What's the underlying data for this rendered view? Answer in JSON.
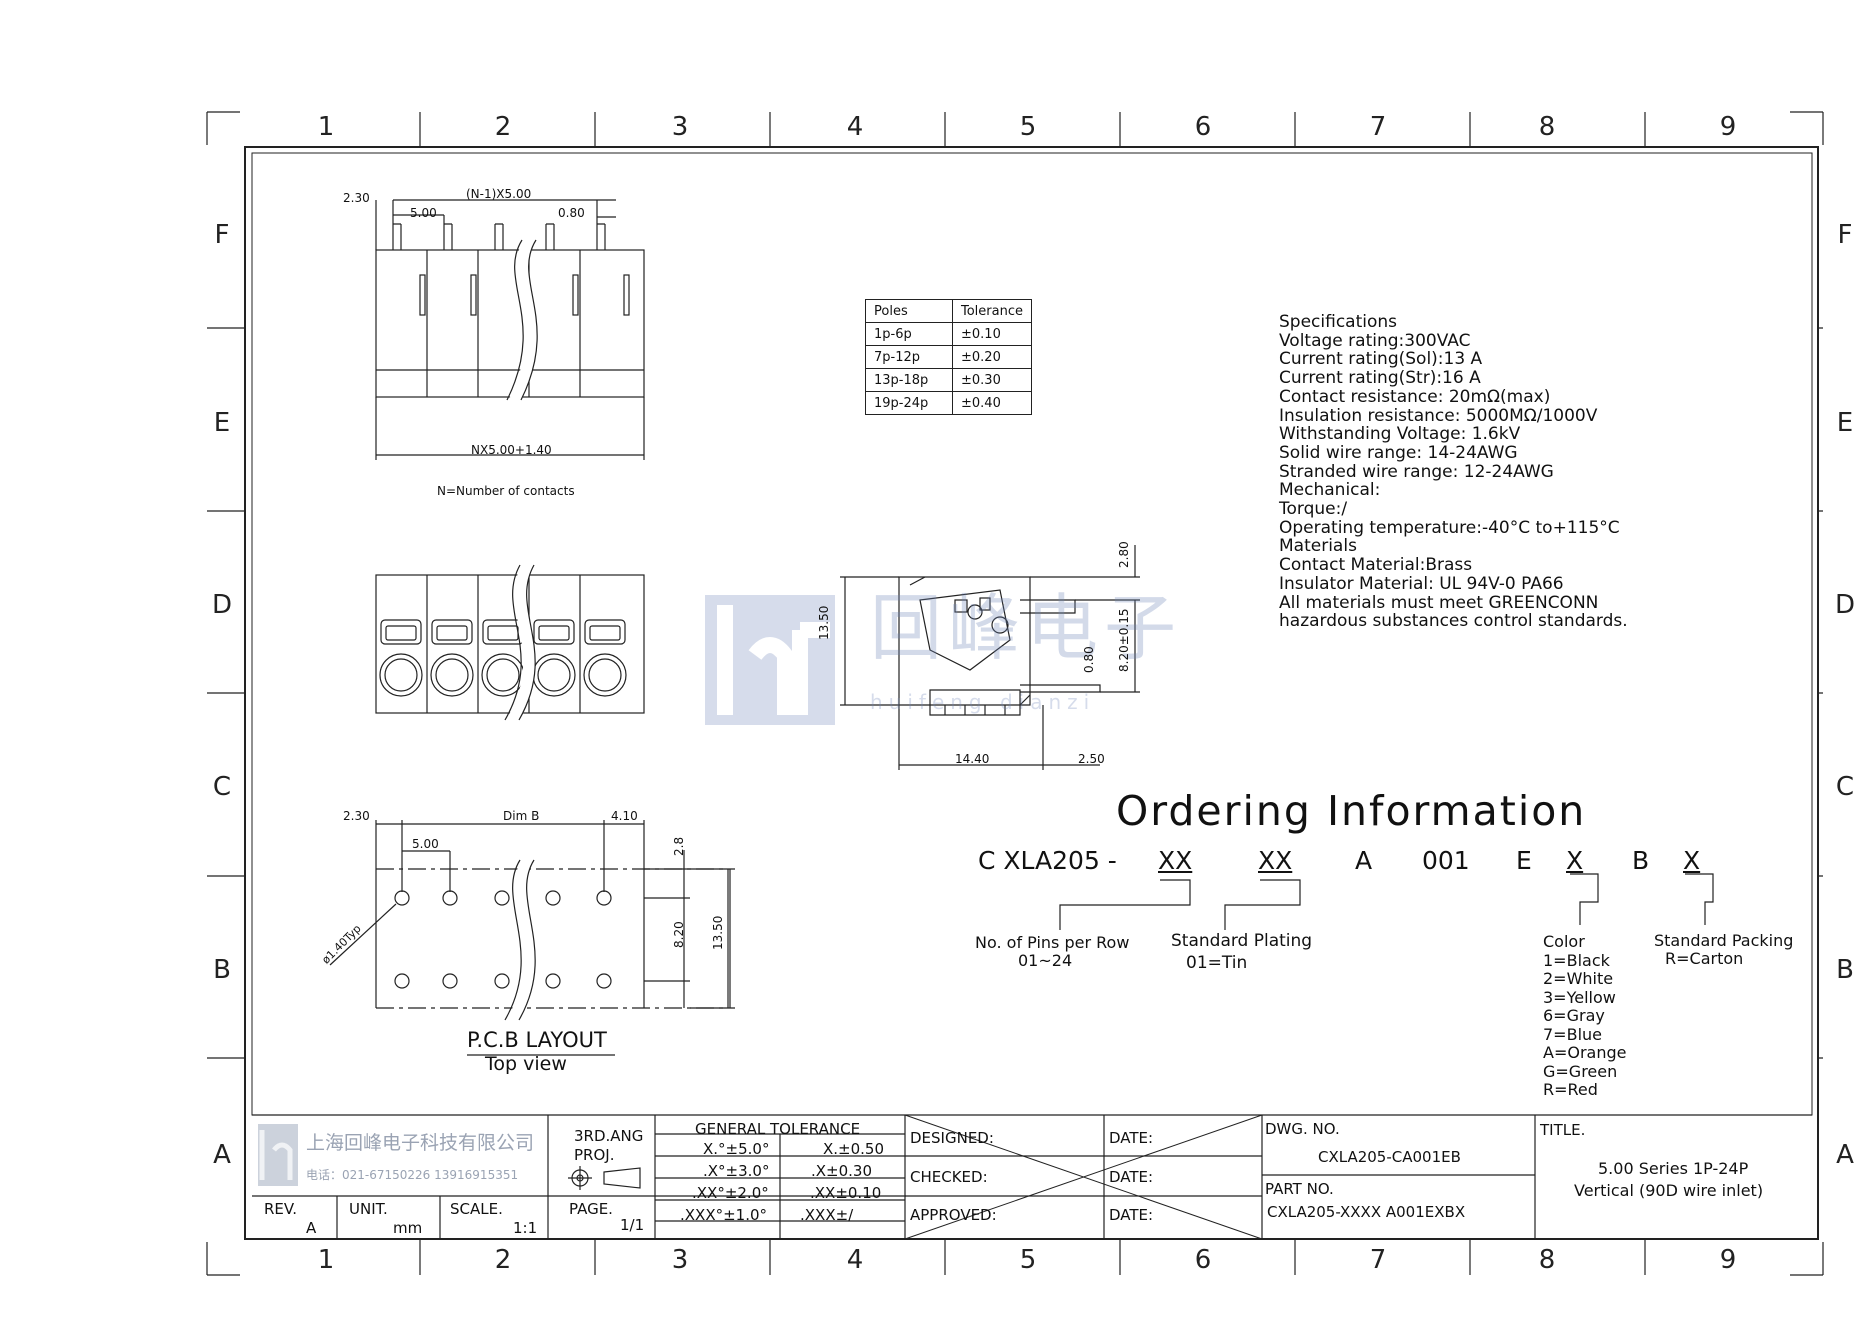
{
  "zones": {
    "columns": [
      "1",
      "2",
      "3",
      "4",
      "5",
      "6",
      "7",
      "8",
      "9"
    ],
    "rows": [
      "F",
      "E",
      "D",
      "C",
      "B",
      "A"
    ]
  },
  "top_view": {
    "dim_offset": "2.30",
    "dim_pitch_n": "(N-1)X5.00",
    "dim_pitch": "5.00",
    "dim_pin": "0.80",
    "dim_total": "NX5.00+1.40",
    "note": "N=Number of contacts"
  },
  "tolerance_table": {
    "headers": [
      "Poles",
      "Tolerance"
    ],
    "rows": [
      [
        "1p-6p",
        "±0.10"
      ],
      [
        "7p-12p",
        "±0.20"
      ],
      [
        "13p-18p",
        "±0.30"
      ],
      [
        "19p-24p",
        "±0.40"
      ]
    ]
  },
  "specifications": [
    "Specifications",
    "Voltage rating:300VAC",
    "Current rating(Sol):13 A",
    "Current rating(Str):16 A",
    "Contact resistance: 20mΩ(max)",
    "Insulation resistance: 5000MΩ/1000V",
    "Withstanding Voltage: 1.6kV",
    "Solid wire range: 14-24AWG",
    "Stranded wire range: 12-24AWG",
    "Mechanical:",
    "Torque:/",
    "Operating temperature:-40°C to+115°C",
    "Materials",
    "Contact Material:Brass",
    "Insulator Material: UL 94V-0 PA66",
    "All materials must meet GREENCONN",
    "hazardous substances control standards."
  ],
  "side_view": {
    "dim_height": "13.50",
    "dim_top": "2.80",
    "dim_pin_height": "8.20±0.15",
    "dim_pin": "0.80",
    "dim_width": "14.40",
    "dim_offset": "2.50"
  },
  "pcb_layout": {
    "dim_left": "2.30",
    "dim_b": "Dim B",
    "dim_right": "4.10",
    "dim_pitch": "5.00",
    "dim_hole": "ø1.40Typ",
    "dim_top": "2.8",
    "dim_row": "8.20",
    "dim_total": "13.50",
    "title": "P.C.B LAYOUT",
    "subtitle": "Top view"
  },
  "ordering": {
    "title": "Ordering Information",
    "code_parts": [
      "C XLA205 -",
      "XX",
      "XX",
      "A",
      "001",
      "E",
      "X",
      "B",
      "X"
    ],
    "pins_label": "No. of Pins per Row",
    "pins_value": "01~24",
    "plating_label": "Standard Plating",
    "plating_value": "01=Tin",
    "color_title": "Color",
    "colors": [
      "1=Black",
      "2=White",
      "3=Yellow",
      "6=Gray",
      "7=Blue",
      "A=Orange",
      "G=Green",
      "R=Red"
    ],
    "packing_label": "Standard Packing",
    "packing_value": "R=Carton"
  },
  "watermark": {
    "chinese": "回峰电子",
    "pinyin": "huifeng dianzi"
  },
  "title_block": {
    "company_cn": "上海回峰电子科技有限公司",
    "phone": "电话：021-67150226  13916915351",
    "projection": "3RD.ANG",
    "projection2": "PROJ.",
    "general_tolerance": "GENERAL TOLERANCE",
    "tol_rows": [
      [
        "X.°±5.0°",
        "X.±0.50"
      ],
      [
        ".X°±3.0°",
        ".X±0.30"
      ],
      [
        ".XX°±2.0°",
        ".XX±0.10"
      ],
      [
        ".XXX°±1.0°",
        ".XXX±/"
      ]
    ],
    "designed": "DESIGNED:",
    "checked": "CHECKED:",
    "approved": "APPROVED:",
    "date": "DATE:",
    "dwg_no_label": "DWG. NO.",
    "dwg_no": "CXLA205-CA001EB",
    "part_no_label": "PART NO.",
    "part_no": "CXLA205-XXXX A001EXBX",
    "title_label": "TITLE.",
    "title_line1": "5.00 Series 1P-24P",
    "title_line2": "Vertical (90D wire inlet)",
    "rev_label": "REV.",
    "rev": "A",
    "unit_label": "UNIT.",
    "unit": "mm",
    "scale_label": "SCALE.",
    "scale": "1:1",
    "page_label": "PAGE.",
    "page": "1/1"
  }
}
